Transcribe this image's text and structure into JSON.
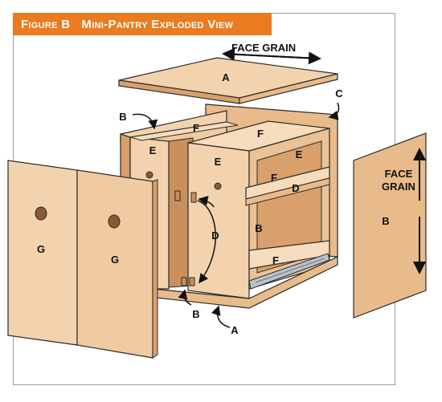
{
  "figure": {
    "number": "Figure B",
    "title": "Mini-Pantry Exploded View"
  },
  "annotations": {
    "face_grain_top": "FACE GRAIN",
    "face_grain_side_line1": "FACE",
    "face_grain_side_line2": "GRAIN"
  },
  "part_labels": {
    "A": "A",
    "B": "B",
    "C": "C",
    "D": "D",
    "E": "E",
    "F": "F",
    "G": "G"
  },
  "colors": {
    "title_bar": "#ea7b1f",
    "wood_light": "#f3d3ae",
    "wood_mid": "#e9bb8a",
    "wood_dark": "#d9a06b",
    "outline": "#2b2b2b"
  }
}
